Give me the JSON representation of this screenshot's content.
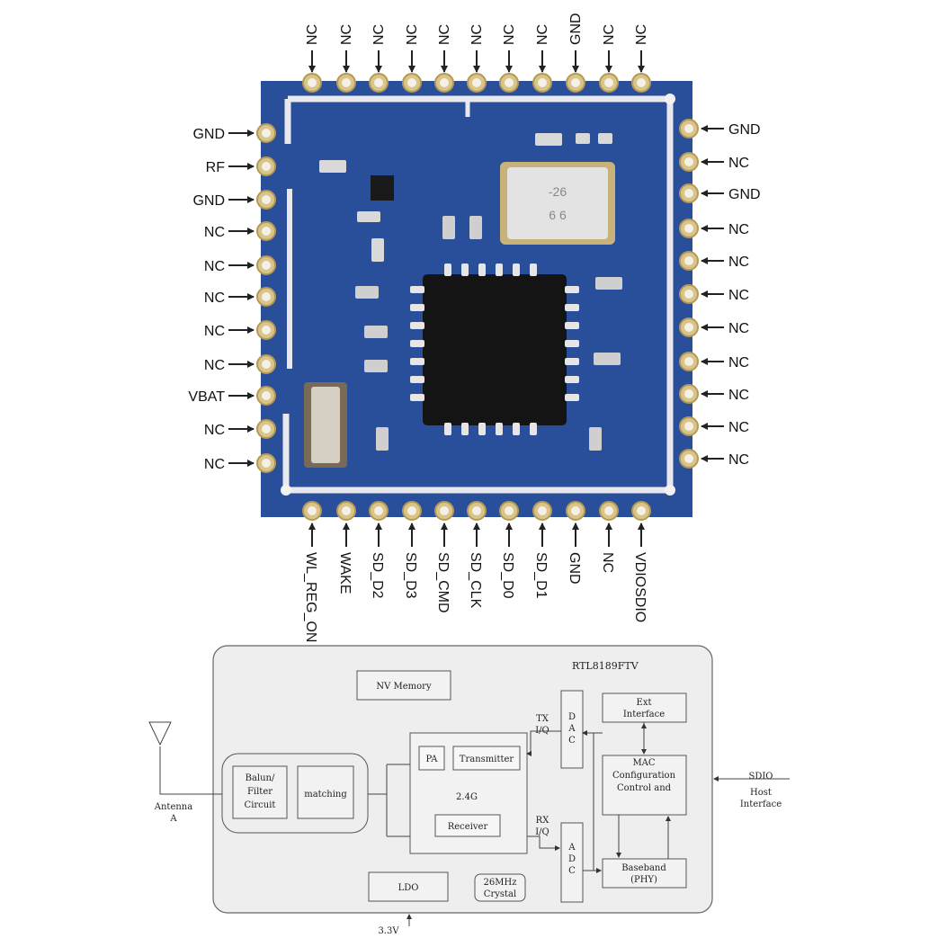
{
  "module": {
    "top_pins": [
      "NC",
      "NC",
      "NC",
      "NC",
      "NC",
      "NC",
      "NC",
      "NC",
      "GND",
      "NC",
      "NC"
    ],
    "bottom_pins": [
      "WL_REG_ON",
      "WAKE",
      "SD_D2",
      "SD_D3",
      "SD_CMD",
      "SD_CLK",
      "SD_D0",
      "SD_D1",
      "GND",
      "NC",
      "VDIOSDIO"
    ],
    "left_pins": [
      "GND",
      "RF",
      "GND",
      "NC",
      "NC",
      "NC",
      "NC",
      "NC",
      "VBAT",
      "NC",
      "NC"
    ],
    "right_pins": [
      "GND",
      "NC",
      "GND",
      "NC",
      "NC",
      "NC",
      "NC",
      "NC",
      "NC",
      "NC",
      "NC"
    ],
    "crystal_marking": [
      "-26",
      "6 6"
    ],
    "colors": {
      "pcb": "#2a4f9a",
      "pad": "#d9c48a",
      "chip": "#141414",
      "arrow": "#222222"
    }
  },
  "block_diagram": {
    "chip_name": "RTL8189FTV",
    "nv_memory": "NV Memory",
    "balun": [
      "Balun/",
      "Filter",
      "Circuit"
    ],
    "matching": "matching",
    "pa": "PA",
    "transmitter": "Transmitter",
    "band": "2.4G",
    "receiver": "Receiver",
    "tx_label": [
      "TX",
      "I/Q"
    ],
    "rx_label": [
      "RX",
      "I/Q"
    ],
    "dac": [
      "D",
      "A",
      "C"
    ],
    "adc": [
      "A",
      "D",
      "C"
    ],
    "ext_interface": [
      "Ext",
      "Interface"
    ],
    "mac": [
      "MAC",
      "Configuration",
      "Control and"
    ],
    "baseband": [
      "Baseband",
      "(PHY)"
    ],
    "ldo": "LDO",
    "crystal": [
      "26MHz",
      "Crystal"
    ],
    "antenna": [
      "Antenna",
      "A"
    ],
    "sdio": [
      "SDIO",
      "Host",
      "Interface"
    ],
    "power": "3.3V"
  }
}
